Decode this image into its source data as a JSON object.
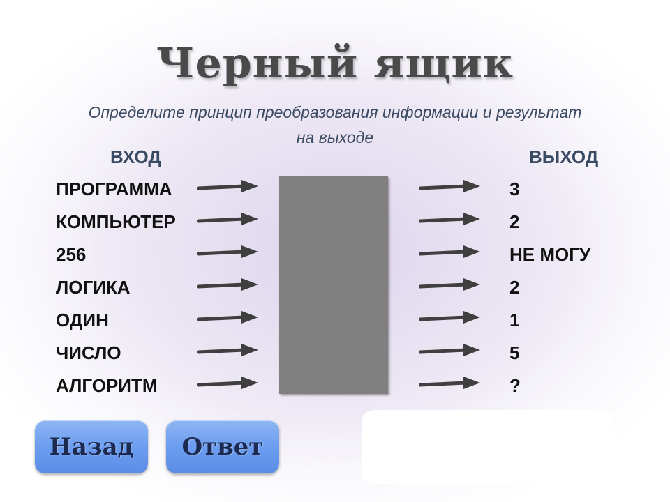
{
  "title": "Черный ящик",
  "subtitle": "Определите принцип преобразования информации и результат на выходе",
  "input_header": "ВХОД",
  "output_header": "ВЫХОД",
  "rows": [
    {
      "input": "ПРОГРАММА",
      "output": "3"
    },
    {
      "input": "КОМПЬЮТЕР",
      "output": "2"
    },
    {
      "input": "256",
      "output": "НЕ МОГУ"
    },
    {
      "input": "ЛОГИКА",
      "output": "2"
    },
    {
      "input": "ОДИН",
      "output": "1"
    },
    {
      "input": "ЧИСЛО",
      "output": "5"
    },
    {
      "input": "АЛГОРИТМ",
      "output": "?"
    }
  ],
  "buttons": {
    "back": "Назад",
    "answer": "Ответ"
  },
  "colors": {
    "accent": "#3b4a63",
    "box": "#808080",
    "button": "#6e9ff0"
  },
  "icons": {
    "arrow": "arrow-right-icon"
  }
}
